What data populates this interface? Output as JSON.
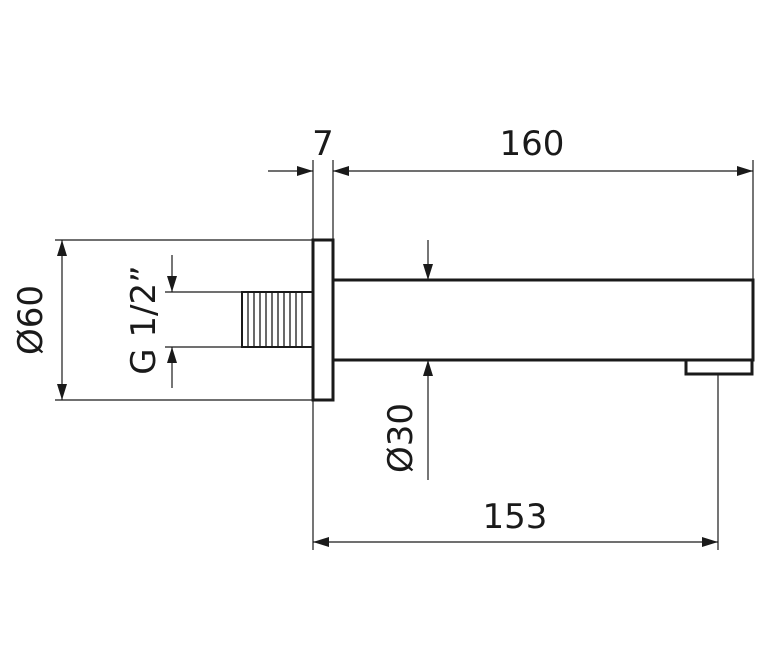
{
  "drawing": {
    "dimensions": {
      "flange_thickness": "7",
      "spout_length": "160",
      "flange_diameter": "Ø60",
      "thread_size": "G 1/2”",
      "spout_diameter": "Ø30",
      "outlet_distance": "153"
    }
  }
}
